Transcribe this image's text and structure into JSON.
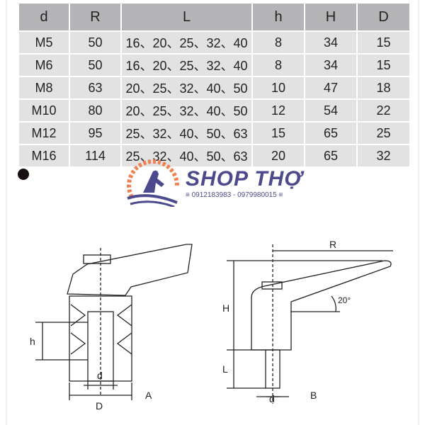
{
  "table": {
    "headers": [
      "d",
      "R",
      "L",
      "h",
      "H",
      "D"
    ],
    "rows": [
      [
        "M5",
        "50",
        "16、20、25、32、40",
        "8",
        "34",
        "15"
      ],
      [
        "M6",
        "50",
        "16、20、25、32、40",
        "8",
        "34",
        "15"
      ],
      [
        "M8",
        "63",
        "20、25、32、40、50",
        "10",
        "47",
        "18"
      ],
      [
        "M10",
        "80",
        "20、25、32、40、50",
        "12",
        "54",
        "22"
      ],
      [
        "M12",
        "95",
        "25、32、40、50、63",
        "15",
        "65",
        "25"
      ],
      [
        "M16",
        "114",
        "25、32、40、50、63",
        "20",
        "65",
        "32"
      ]
    ]
  },
  "logo": {
    "brand": "SHOP THỢ",
    "phone": "≡ 0912183983 - 0979980015 ≡",
    "colors": {
      "gear": "#f08050",
      "text": "#4a4a8c"
    }
  },
  "drawing": {
    "a": {
      "h": "h",
      "d": "d",
      "D": "D",
      "label": "A"
    },
    "b": {
      "R": "R",
      "H": "H",
      "L": "L",
      "d": "d",
      "angle": "20°",
      "label": "B"
    }
  }
}
